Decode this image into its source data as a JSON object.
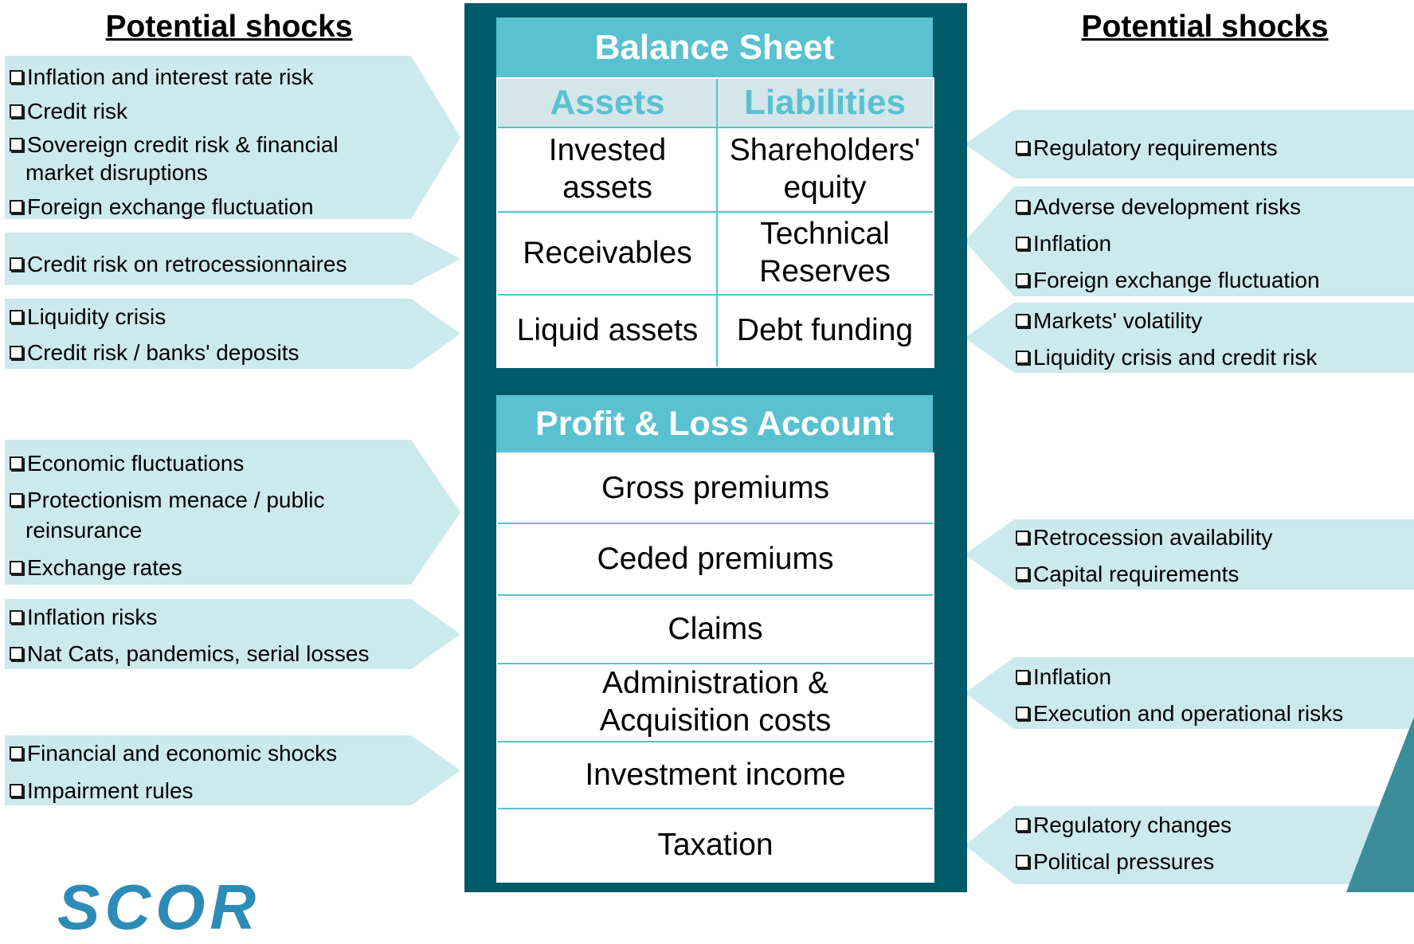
{
  "headings": {
    "left": "Potential shocks",
    "right": "Potential shocks"
  },
  "balance_sheet": {
    "title": "Balance Sheet",
    "assets_header": "Assets",
    "liabilities_header": "Liabilities",
    "rows": [
      {
        "asset": "Invested assets",
        "liability": "Shareholders' equity"
      },
      {
        "asset": "Receivables",
        "liability": "Technical Reserves"
      },
      {
        "asset": "Liquid assets",
        "liability": "Debt funding"
      }
    ]
  },
  "pnl": {
    "title": "Profit & Loss Account",
    "rows": [
      "Gross premiums",
      "Ceded premiums",
      "Claims",
      "Administration & Acquisition costs",
      "Investment income",
      "Taxation"
    ]
  },
  "left_groups": [
    {
      "items": [
        "Inflation and interest rate risk",
        "Credit risk",
        "Sovereign credit risk & financial",
        "market disruptions",
        "Foreign exchange fluctuation"
      ]
    },
    {
      "items": [
        "Credit risk on retrocessionnaires"
      ]
    },
    {
      "items": [
        "Liquidity crisis",
        "Credit risk / banks' deposits"
      ]
    },
    {
      "items": [
        "Economic fluctuations",
        "Protectionism menace / public",
        "reinsurance",
        "Exchange rates"
      ]
    },
    {
      "items": [
        "Inflation risks",
        "Nat Cats, pandemics, serial losses"
      ]
    },
    {
      "items": [
        "Financial and economic shocks",
        "Impairment rules"
      ]
    }
  ],
  "right_groups": [
    {
      "items": [
        "Regulatory requirements"
      ]
    },
    {
      "items": [
        "Adverse development risks",
        "Inflation",
        "Foreign exchange fluctuation"
      ]
    },
    {
      "items": [
        "Markets' volatility",
        "Liquidity crisis and credit risk"
      ]
    },
    {
      "items": [
        "Retrocession availability",
        "Capital requirements"
      ]
    },
    {
      "items": [
        "Inflation",
        "Execution and operational risks"
      ]
    },
    {
      "items": [
        "Regulatory changes",
        "Political pressures"
      ]
    }
  ],
  "logo": {
    "text": "SCOR"
  },
  "colors": {
    "panel": "#005a68",
    "accent": "#59c1cf",
    "arrow_fill": "#cce9ee"
  }
}
